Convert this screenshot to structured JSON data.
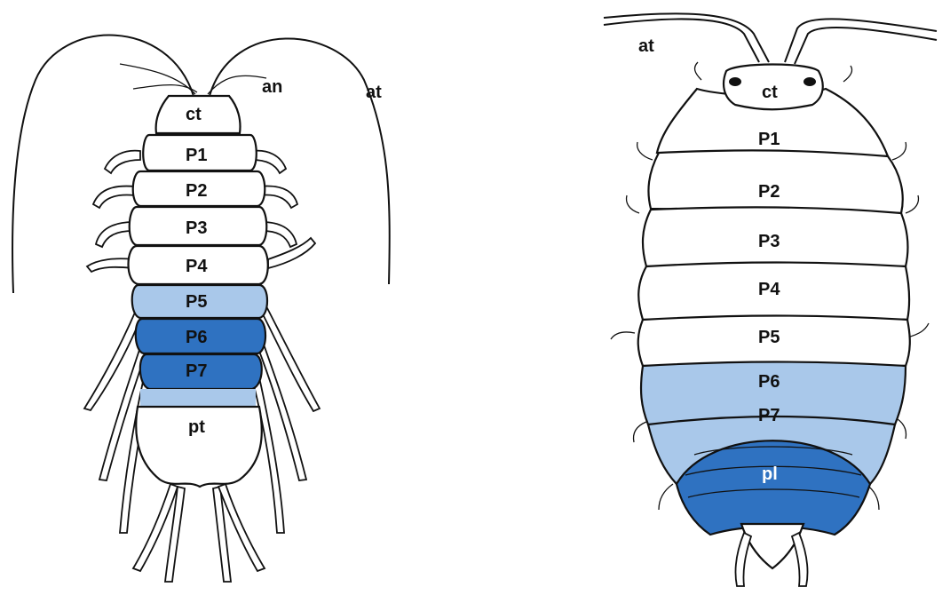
{
  "colors": {
    "white": "#ffffff",
    "light_blue": "#a9c8ea",
    "dark_blue": "#2f72c1",
    "outline": "#111111"
  },
  "left_figure": {
    "labels": {
      "an": "an",
      "at": "at",
      "ct": "ct",
      "p1": "P1",
      "p2": "P2",
      "p3": "P3",
      "p4": "P4",
      "p5": "P5",
      "p6": "P6",
      "p7": "P7",
      "pt": "pt"
    }
  },
  "right_figure": {
    "labels": {
      "at": "at",
      "ct": "ct",
      "p1": "P1",
      "p2": "P2",
      "p3": "P3",
      "p4": "P4",
      "p5": "P5",
      "p6": "P6",
      "p7": "P7",
      "pl": "pl"
    }
  }
}
